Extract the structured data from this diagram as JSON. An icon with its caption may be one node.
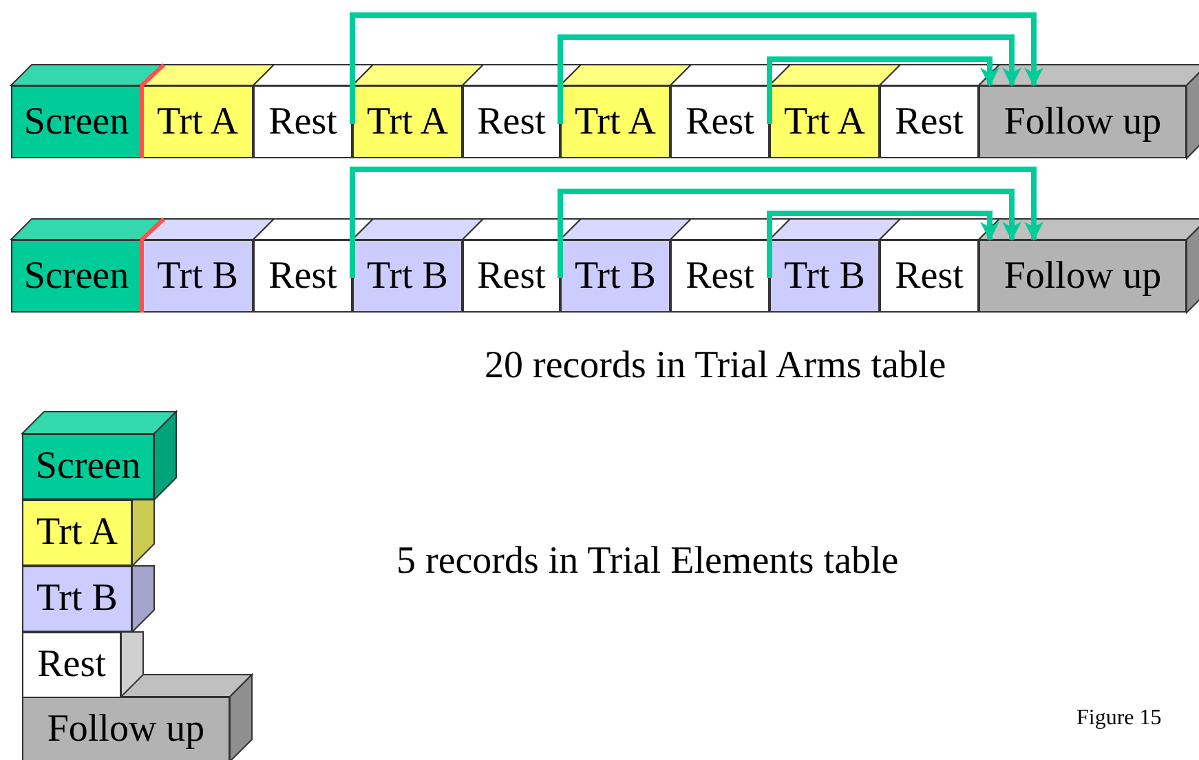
{
  "diagram": {
    "nodes": [
      {
        "text": [
          "Screen"
        ]
      },
      {
        "text": [
          "Trt A"
        ]
      },
      {
        "text": [
          "Rest"
        ]
      },
      {
        "text": [
          "Trt A"
        ]
      },
      {
        "text": [
          "Rest"
        ]
      },
      {
        "text": [
          "Trt A"
        ]
      },
      {
        "text": [
          "Rest"
        ]
      },
      {
        "text": [
          "Trt A"
        ]
      },
      {
        "text": [
          "Rest"
        ]
      },
      {
        "text": [
          "Follow up"
        ]
      },
      {
        "text": [
          "Screen"
        ]
      },
      {
        "text": [
          "Trt B"
        ]
      },
      {
        "text": [
          "Rest"
        ]
      },
      {
        "text": [
          "Trt B"
        ]
      },
      {
        "text": [
          "Rest"
        ]
      },
      {
        "text": [
          "Trt B"
        ]
      },
      {
        "text": [
          "Rest"
        ]
      },
      {
        "text": [
          "Trt B"
        ]
      },
      {
        "text": [
          "Rest"
        ]
      },
      {
        "text": [
          "Follow up"
        ]
      },
      {
        "text": [
          "Screen"
        ]
      },
      {
        "text": [
          "Trt A"
        ]
      },
      {
        "text": [
          "Trt B"
        ]
      },
      {
        "text": [
          "Rest"
        ]
      },
      {
        "text": [
          "Follow up"
        ]
      }
    ],
    "edges": [
      {
        "from": 2,
        "to": 9,
        "arrow": "to"
      },
      {
        "from": 4,
        "to": 9,
        "arrow": "to"
      },
      {
        "from": 6,
        "to": 9,
        "arrow": "to"
      },
      {
        "from": 12,
        "to": 19,
        "arrow": "to"
      },
      {
        "from": 14,
        "to": 19,
        "arrow": "to"
      },
      {
        "from": 16,
        "to": 19,
        "arrow": "to"
      }
    ],
    "labels": [
      "20 records in Trial Arms table",
      "5 records in Trial Elements table",
      "Figure 15"
    ]
  }
}
